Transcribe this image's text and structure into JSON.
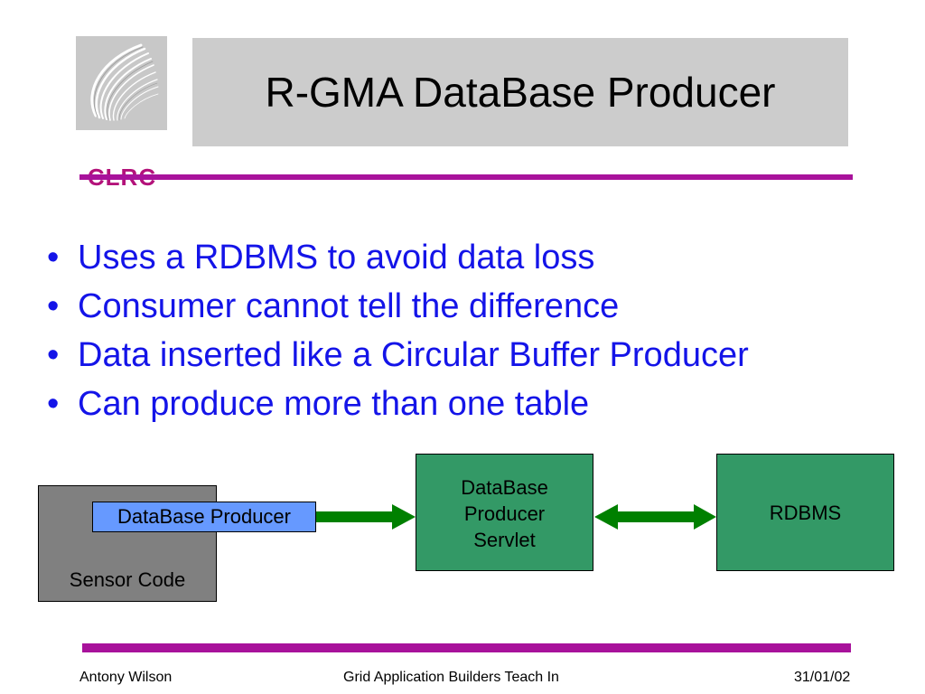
{
  "logo": {
    "text": "CLRC"
  },
  "title": "R-GMA DataBase Producer",
  "bullets": [
    "Uses a RDBMS to avoid data loss",
    "Consumer cannot tell the difference",
    "Data inserted like a Circular Buffer Producer",
    "Can produce more than one table"
  ],
  "diagram": {
    "sensor_code": "Sensor Code",
    "database_producer": "DataBase Producer",
    "servlet": {
      "line1": "DataBase",
      "line2": "Producer",
      "line3": "Servlet"
    },
    "rdbms": "RDBMS"
  },
  "footer": {
    "author": "Antony Wilson",
    "event": "Grid Application Builders Teach In",
    "date": "31/01/02"
  },
  "colors": {
    "accent_rule": "#a8129b",
    "bullet_text": "#1414e8",
    "box_green": "#339966",
    "arrow_green": "#008000",
    "producer_blue": "#6699ff",
    "sensor_gray": "#808080"
  }
}
